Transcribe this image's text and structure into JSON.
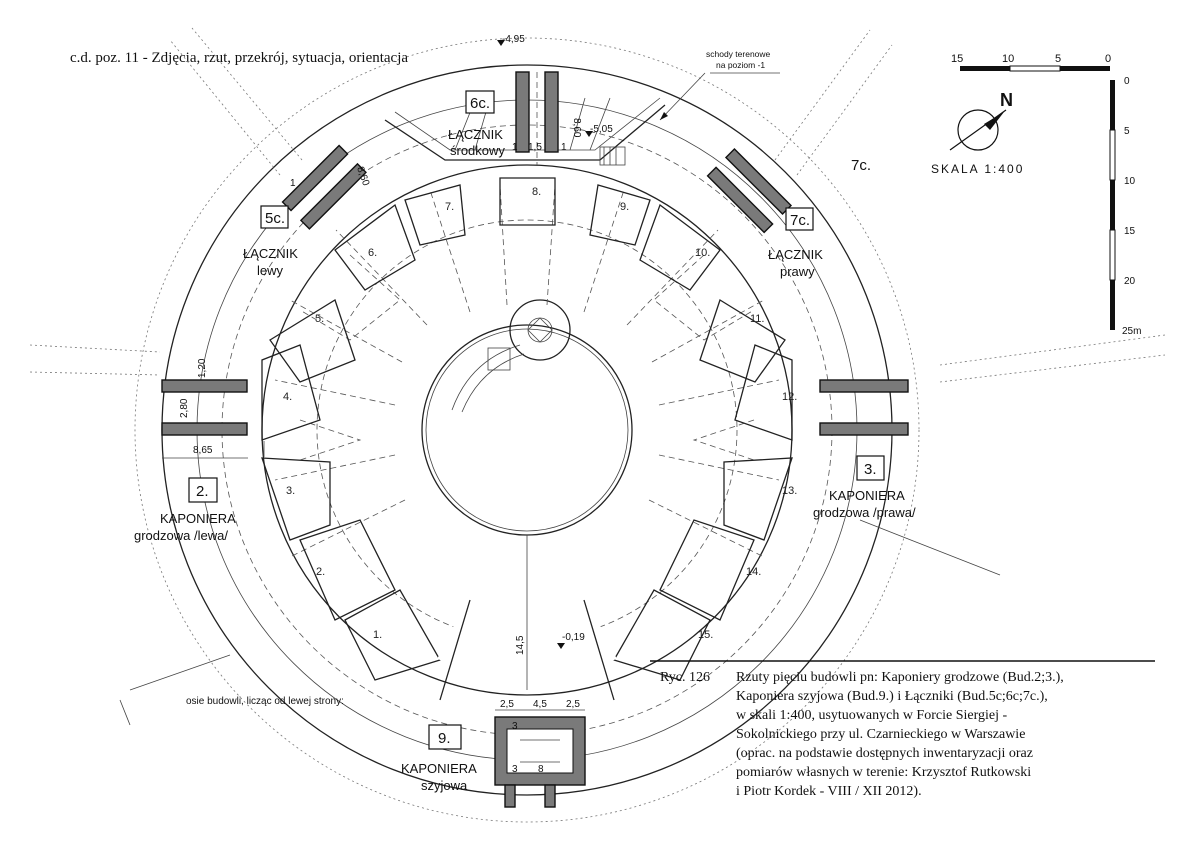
{
  "header": {
    "text": "c.d. poz. 11 - Zdjęcia, rzut, przekrój, sytuacja, orientacja"
  },
  "levels": {
    "top": "-4,95",
    "middle": "-5,05",
    "bottom": "-0,19"
  },
  "stairs_note": {
    "line1": "schody terenowe",
    "line2": "na poziom -1"
  },
  "rooms": [
    "1.",
    "2.",
    "3.",
    "4.",
    "5.",
    "6.",
    "7.",
    "8.",
    "9.",
    "10.",
    "11.",
    "12.",
    "13.",
    "14.",
    "15."
  ],
  "buildings": {
    "b5c": {
      "tag": "5c.",
      "line1": "ŁĄCZNIK",
      "line2": "lewy"
    },
    "b6c": {
      "tag": "6c.",
      "line1": "ŁĄCZNIK",
      "line2": "środkowy"
    },
    "b7c": {
      "tag": "7c.",
      "line1": "ŁĄCZNIK",
      "line2": "prawy",
      "extra_tag": "7c."
    },
    "b2": {
      "tag": "2.",
      "line1": "KAPONIERA",
      "line2": "grodzowa /lewa/"
    },
    "b3": {
      "tag": "3.",
      "line1": "KAPONIERA",
      "line2": "grodzowa /prawa/"
    },
    "b9": {
      "tag": "9.",
      "line1": "KAPONIERA",
      "line2": "szyjowa"
    }
  },
  "dimensions": {
    "d_1_20": "1,20",
    "d_2_80": "2,80",
    "d_8_65": "8,65",
    "d_8_60": "8,60",
    "d_8_60_mid": "8,60",
    "d_1a": "1",
    "d_1_5": "1,5",
    "d_1b": "1",
    "d_1c": "1",
    "d_14_5": "14,5",
    "d_2_5a": "2,5",
    "d_4_5": "4,5",
    "d_2_5b": "2,5",
    "d_3a": "3",
    "d_3b": "3",
    "d_8": "8"
  },
  "axes_note": "osie budowli, licząc od lewej strony:",
  "scale": {
    "top_ticks": [
      "15",
      "10",
      "5",
      "0"
    ],
    "side_ticks": [
      "0",
      "5",
      "10",
      "15",
      "20",
      "25m"
    ],
    "north": "N",
    "label": "SKALA  1:400"
  },
  "caption": {
    "fig": "Ryc. 126",
    "lines": [
      "Rzuty pięciu budowli pn:  Kaponiery grodzowe  (Bud.2;3.),",
      "Kaponiera szyjowa (Bud.9.)  i  Łączniki (Bud.5c;6c;7c.),",
      "w skali 1:400,  usytuowanych  w  Forcie Siergiej -",
      "Sokolnickiego przy ul. Czarnieckiego w Warszawie",
      "(oprac. na podstawie dostępnych inwentaryzacji oraz",
      " pomiarów własnych w terenie:  Krzysztof Rutkowski",
      " i Piotr Kordek - VIII / XII 2012)."
    ]
  }
}
